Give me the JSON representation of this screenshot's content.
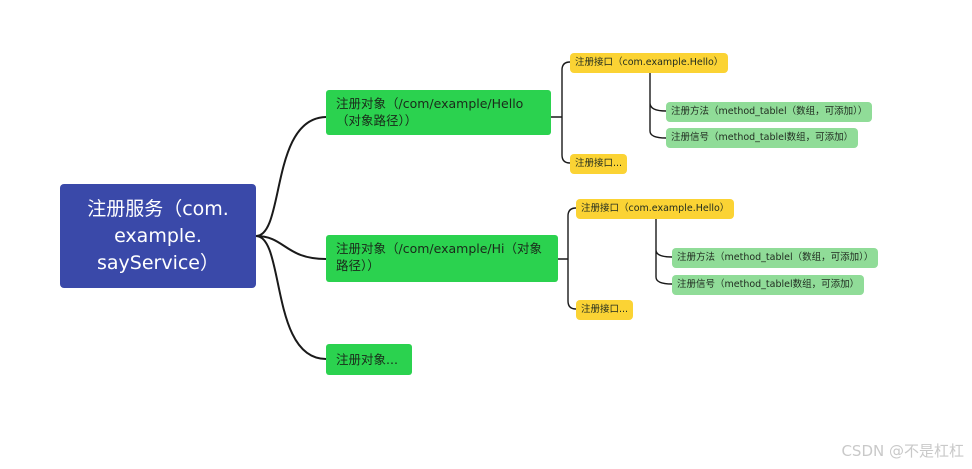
{
  "root": {
    "label": "注册服务（com.\nexample.\nsayService）"
  },
  "branches": [
    {
      "label": "注册对象（/com/example/Hello（对象路径））",
      "interfaces": [
        {
          "label": "注册接口（com.example.Hello）",
          "children": [
            "注册方法（method_tablel（数组，可添加））",
            "注册信号（method_tablel数组，可添加）"
          ]
        },
        {
          "label": "注册接口..."
        }
      ]
    },
    {
      "label": "注册对象（/com/example/Hi（对象路径））",
      "interfaces": [
        {
          "label": "注册接口（com.example.Hello）",
          "children": [
            "注册方法（method_tablel（数组，可添加））",
            "注册信号（method_tablel数组，可添加）"
          ]
        },
        {
          "label": "注册接口..."
        }
      ]
    },
    {
      "label": "注册对象..."
    }
  ],
  "colors": {
    "root": "#3a49a9",
    "object": "#2bd24f",
    "interface": "#fbd334",
    "member": "#90dc98",
    "connector": "#1a1a1a"
  },
  "watermark": "CSDN @不是杠杠"
}
